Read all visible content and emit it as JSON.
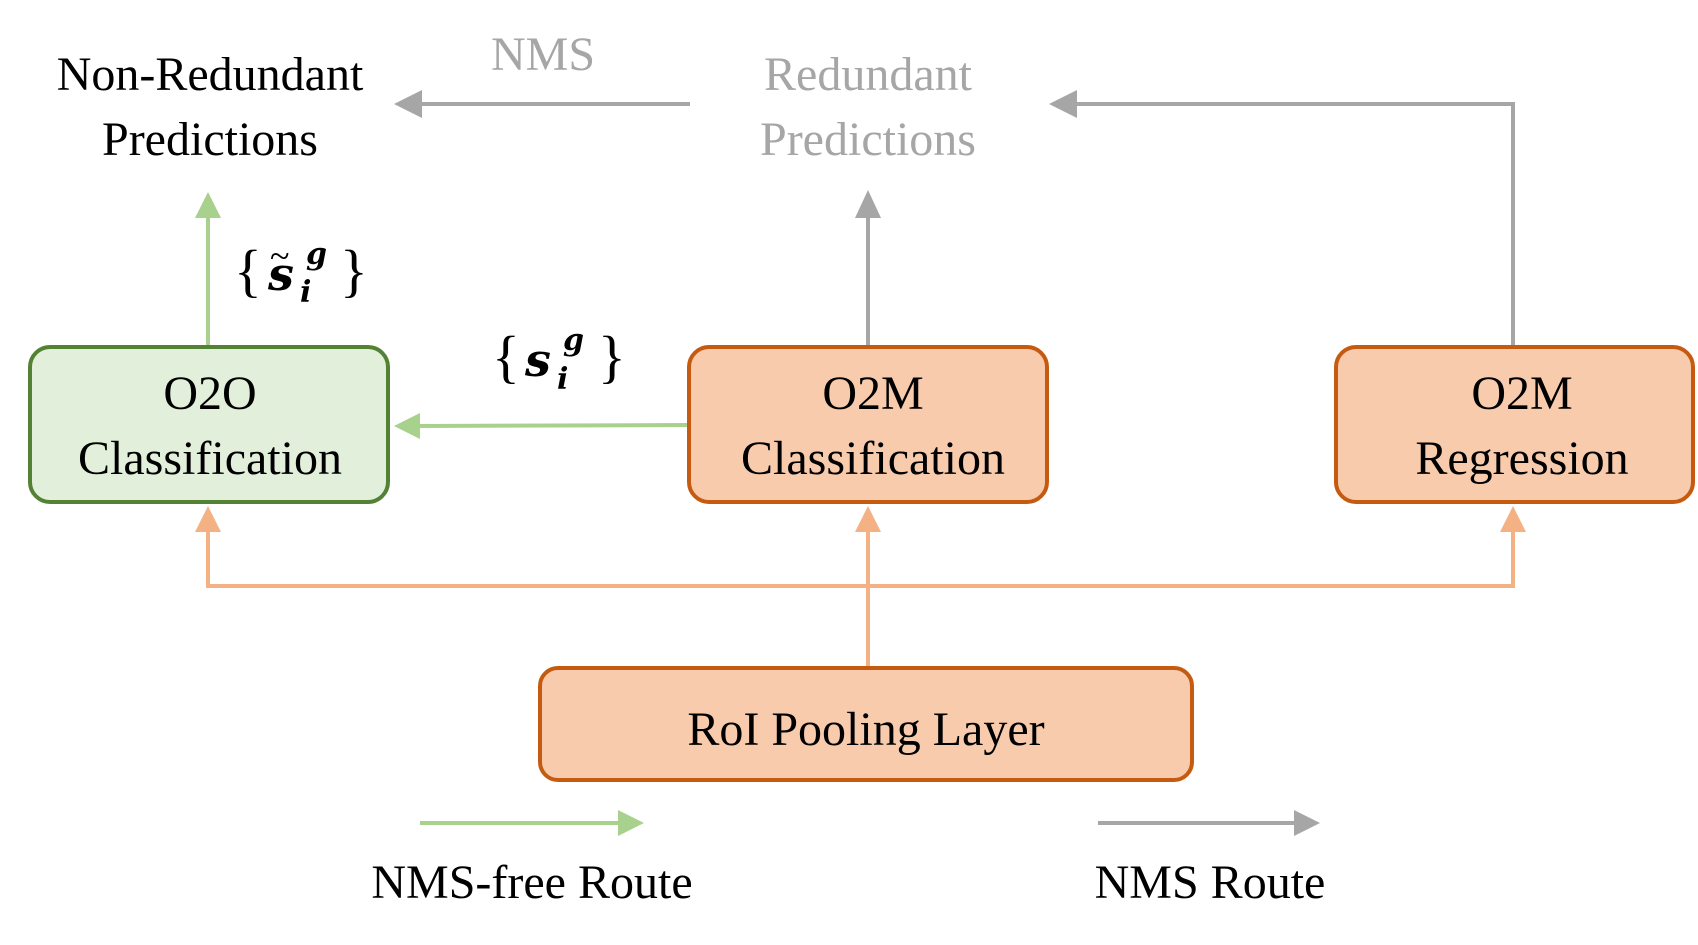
{
  "colors": {
    "green_fill": "#e2efda",
    "green_stroke": "#548235",
    "green_arrow": "#a9d18e",
    "orange_fill": "#f8cbad",
    "orange_stroke": "#c55a11",
    "orange_arrow": "#f4b183",
    "gray": "#a6a6a6",
    "black": "#000000"
  },
  "labels": {
    "non_redundant_line1": "Non-Redundant",
    "non_redundant_line2": "Predictions",
    "nms": "NMS",
    "redundant_line1": "Redundant",
    "redundant_line2": "Predictions",
    "o2o_line1": "O2O",
    "o2o_line2": "Classification",
    "o2m_cls_line1": "O2M",
    "o2m_cls_line2": "Classification",
    "o2m_reg_line1": "O2M",
    "o2m_reg_line2": "Regression",
    "roi": "RoI Pooling Layer",
    "legend_nms_free": "NMS-free Route",
    "legend_nms": "NMS Route"
  },
  "math": {
    "s_tilde": {
      "open": "{",
      "base": "s",
      "tilde": "~",
      "sup": "g",
      "sub": "i",
      "close": "}"
    },
    "s": {
      "open": "{",
      "base": "s",
      "sup": "g",
      "sub": "i",
      "close": "}"
    }
  }
}
